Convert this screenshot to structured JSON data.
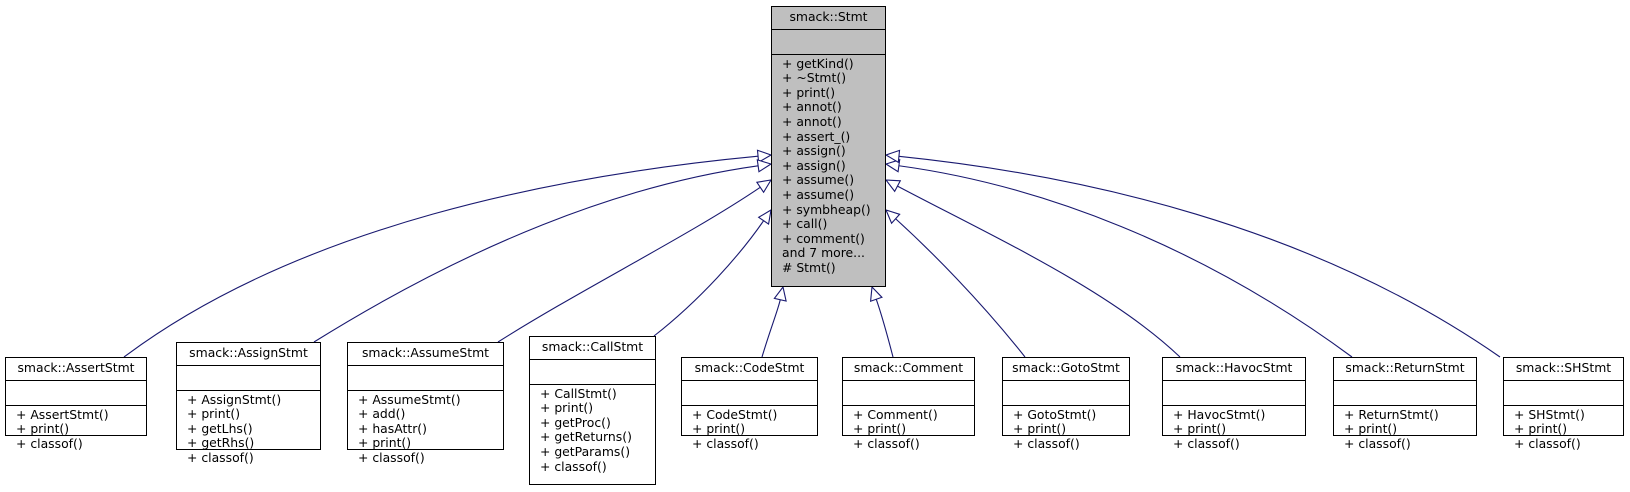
{
  "colors": {
    "edge": "#191970",
    "base_fill": "#bfbfbf",
    "node_fill": "#ffffff",
    "border": "#000000"
  },
  "base": {
    "name": "smack::Stmt",
    "members": [
      "+ getKind()",
      "+ ~Stmt()",
      "+ print()",
      "+ annot()",
      "+ annot()",
      "+ assert_()",
      "+ assign()",
      "+ assign()",
      "+ assume()",
      "+ assume()",
      "+ symbheap()",
      "+ call()",
      "+ comment()",
      "and 7 more...",
      "# Stmt()"
    ]
  },
  "classes": [
    {
      "id": "assert",
      "name": "smack::AssertStmt",
      "members": [
        "+ AssertStmt()",
        "+ print()",
        "+ classof()"
      ]
    },
    {
      "id": "assign",
      "name": "smack::AssignStmt",
      "members": [
        "+ AssignStmt()",
        "+ print()",
        "+ getLhs()",
        "+ getRhs()",
        "+ classof()"
      ]
    },
    {
      "id": "assume",
      "name": "smack::AssumeStmt",
      "members": [
        "+ AssumeStmt()",
        "+ add()",
        "+ hasAttr()",
        "+ print()",
        "+ classof()"
      ]
    },
    {
      "id": "call",
      "name": "smack::CallStmt",
      "members": [
        "+ CallStmt()",
        "+ print()",
        "+ getProc()",
        "+ getReturns()",
        "+ getParams()",
        "+ classof()"
      ]
    },
    {
      "id": "code",
      "name": "smack::CodeStmt",
      "members": [
        "+ CodeStmt()",
        "+ print()",
        "+ classof()"
      ]
    },
    {
      "id": "comment",
      "name": "smack::Comment",
      "members": [
        "+ Comment()",
        "+ print()",
        "+ classof()"
      ]
    },
    {
      "id": "goto",
      "name": "smack::GotoStmt",
      "members": [
        "+ GotoStmt()",
        "+ print()",
        "+ classof()"
      ]
    },
    {
      "id": "havoc",
      "name": "smack::HavocStmt",
      "members": [
        "+ HavocStmt()",
        "+ print()",
        "+ classof()"
      ]
    },
    {
      "id": "return",
      "name": "smack::ReturnStmt",
      "members": [
        "+ ReturnStmt()",
        "+ print()",
        "+ classof()"
      ]
    },
    {
      "id": "sh",
      "name": "smack::SHStmt",
      "members": [
        "+ SHStmt()",
        "+ print()",
        "+ classof()"
      ]
    }
  ]
}
